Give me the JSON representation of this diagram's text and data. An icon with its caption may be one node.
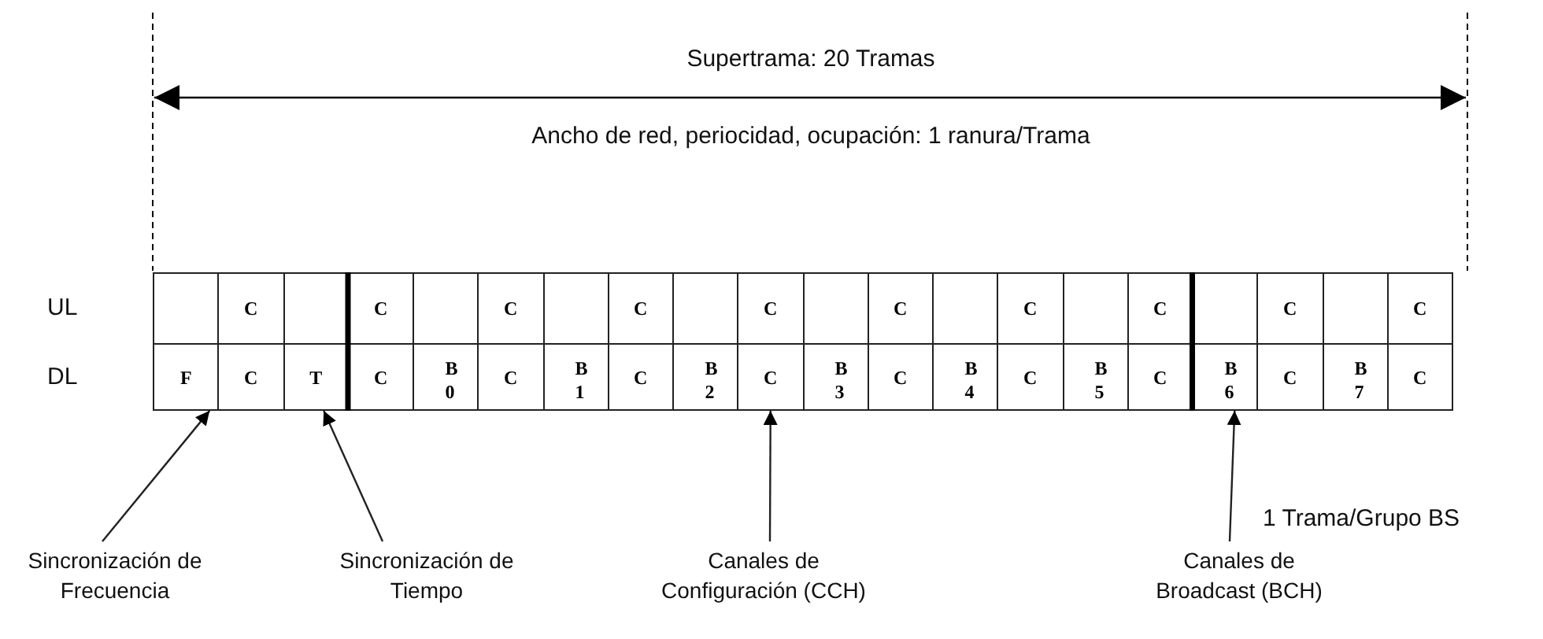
{
  "diagram": {
    "nodes": [
      {
        "text": [],
        "shape": "box"
      },
      {
        "text": [
          "C"
        ]
      },
      {
        "text": [],
        "shape": "box"
      },
      {
        "text": [
          "C"
        ]
      },
      {
        "text": [],
        "shape": "box"
      },
      {
        "text": [
          "C"
        ]
      },
      {
        "text": [],
        "shape": "box"
      },
      {
        "text": [
          "C"
        ]
      },
      {
        "text": [],
        "shape": "box"
      },
      {
        "text": [
          "C"
        ]
      },
      {
        "text": [],
        "shape": "box"
      },
      {
        "text": [
          "C"
        ]
      },
      {
        "text": [],
        "shape": "box"
      },
      {
        "text": [
          "C"
        ]
      },
      {
        "text": [],
        "shape": "box"
      },
      {
        "text": [
          "C"
        ]
      },
      {
        "text": [],
        "shape": "box"
      },
      {
        "text": [
          "C"
        ]
      },
      {
        "text": [],
        "shape": "box"
      },
      {
        "text": [
          "C"
        ]
      },
      {
        "text": [
          "F"
        ]
      },
      {
        "text": [
          "C"
        ]
      },
      {
        "text": [
          "T"
        ]
      },
      {
        "text": [
          "C"
        ]
      },
      {
        "text": [
          "B 0"
        ]
      },
      {
        "text": [
          "C"
        ]
      },
      {
        "text": [
          "B 1"
        ]
      },
      {
        "text": [
          "C"
        ]
      },
      {
        "text": [
          "B 2"
        ]
      },
      {
        "text": [
          "C"
        ]
      },
      {
        "text": [
          "B 3"
        ]
      },
      {
        "text": [
          "C"
        ]
      },
      {
        "text": [
          "B 4"
        ]
      },
      {
        "text": [
          "C"
        ]
      },
      {
        "text": [
          "B 5"
        ]
      },
      {
        "text": [
          "C"
        ]
      },
      {
        "text": [
          "B 6"
        ]
      },
      {
        "text": [
          "C"
        ]
      },
      {
        "text": [
          "B 7"
        ]
      },
      {
        "text": [
          "C"
        ]
      },
      {
        "text": [
          "Sincronización de Frecuencia"
        ]
      },
      {
        "text": [
          "Sincronización de Tiempo"
        ]
      },
      {
        "text": [
          "Canales de Configuración (CCH)"
        ]
      },
      {
        "text": [
          "Canales de Broadcast (BCH)"
        ]
      }
    ],
    "edges": [
      {
        "from": 40,
        "to": 20,
        "arrow": "to"
      },
      {
        "from": 41,
        "to": 22,
        "arrow": "to"
      },
      {
        "from": 42,
        "to": 29,
        "arrow": "to"
      },
      {
        "from": 43,
        "to": 36,
        "arrow": "to"
      }
    ],
    "labels": [
      "Supertrama: 20 Tramas",
      "Ancho de red, periocidad, ocupación: 1 ranura/Trama",
      "UL",
      "DL",
      "1 Trama/Grupo BS"
    ]
  }
}
